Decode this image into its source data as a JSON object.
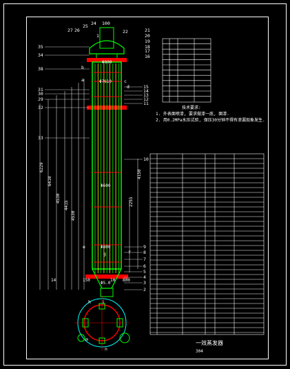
{
  "callouts_top": [
    "27",
    "26",
    "25",
    "24",
    "1",
    "100",
    "22",
    "21",
    "20",
    "19",
    "18",
    "17",
    "16"
  ],
  "callouts_left": [
    "35",
    "34",
    "38",
    "31",
    "30",
    "29",
    "32",
    "33"
  ],
  "callouts_mid": [
    "15",
    "14",
    "13",
    "12",
    "11",
    "10",
    "9",
    "8",
    "7",
    "6",
    "5",
    "4",
    "3",
    "2"
  ],
  "labels_vessel": [
    "Φ800",
    "Φ7610",
    "Φ600",
    "Φ800",
    "Φ5.0"
  ],
  "dimensions": [
    "6229",
    "6410",
    "4530",
    "4415",
    "4530",
    "4150",
    "2255",
    "14",
    "150",
    "10",
    "800"
  ],
  "nozzle_letters": [
    "a",
    "b",
    "c",
    "d",
    "e",
    "f",
    "g",
    "h",
    "i",
    "m",
    "n"
  ],
  "requirements": {
    "title": "技术要求:",
    "items": [
      "1. 外表面喷漆, 要求做漆一底, 面漆.",
      "2. 用0.2MPa水压试验, 保压30分钟不得有渗漏现象发生."
    ]
  },
  "title_block": {
    "name": "一效蒸发器",
    "number": "304"
  },
  "colors": {
    "background": "#000000",
    "vessel": "#00ff00",
    "tubes": "#ffff00",
    "flange": "#ff0000",
    "frame": "#ffffff",
    "callout": "#ffffff",
    "dimension": "#ffffff",
    "accent_cyan": "#00ffff",
    "accent_magenta": "#ff00ff"
  }
}
